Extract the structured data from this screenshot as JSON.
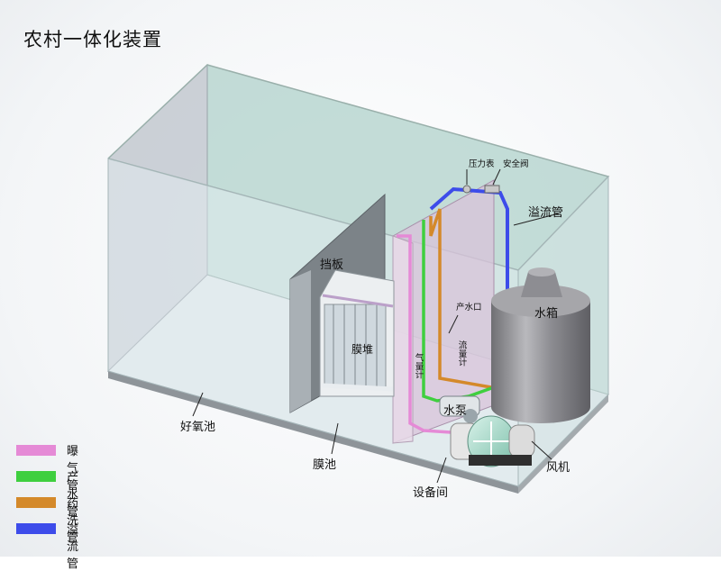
{
  "title": "农村一体化装置",
  "labels": {
    "pressure_gauge": "压力表",
    "safety_valve": "安全阀",
    "overflow_pipe": "溢流管",
    "baffle": "挡板",
    "water_tank": "水箱",
    "water_outlet": "产水口",
    "flow_meter": "流量计",
    "gas_meter": "气量计",
    "membrane_stack": "膜堆",
    "water_pump": "水泵",
    "blower": "风机",
    "aerobic_tank": "好氧池",
    "membrane_tank": "膜池",
    "equipment_room": "设备间"
  },
  "legend": [
    {
      "label": "曝气管",
      "color": "#e58ad6"
    },
    {
      "label": "产水管",
      "color": "#3fcf3f"
    },
    {
      "label": "药洗管",
      "color": "#d4892a"
    },
    {
      "label": "溢流管",
      "color": "#3d4cea"
    }
  ]
}
